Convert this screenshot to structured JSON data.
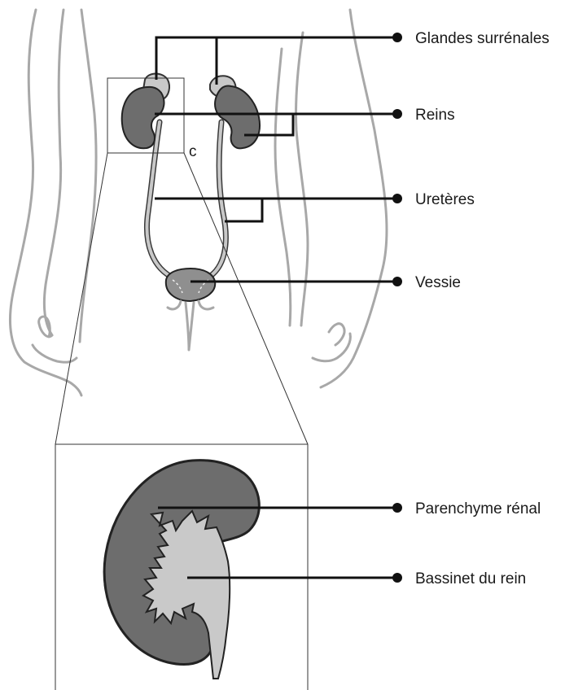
{
  "labels": {
    "adrenal": "Glandes surrénales",
    "kidneys": "Reins",
    "ureters": "Uretères",
    "bladder": "Vessie",
    "parenchyma": "Parenchyme rénal",
    "pelvis": "Bassinet du rein",
    "zoom_marker": "c"
  },
  "colors": {
    "kidney": "#6d6d6d",
    "adrenal": "#c8c8c8",
    "ureter": "#c8c8c8",
    "bladder": "#8f8f8f",
    "pelvis": "#c9c9c9",
    "body_outline": "#a8a8a8",
    "leader_line": "#111111"
  }
}
